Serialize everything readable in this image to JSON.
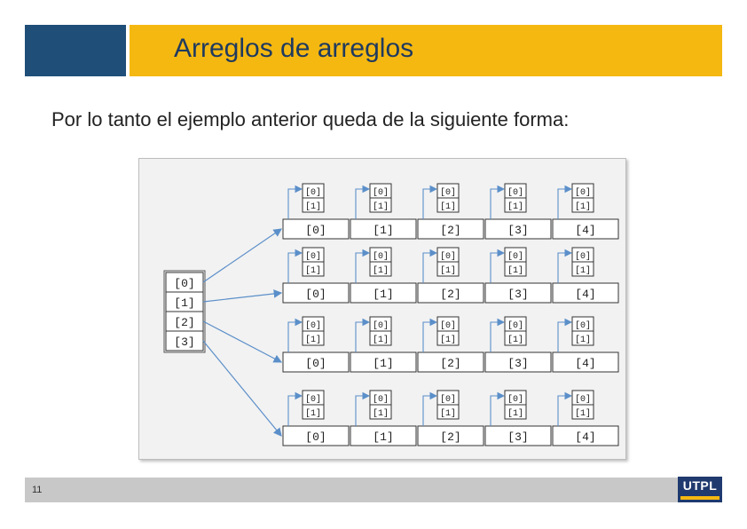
{
  "slide": {
    "title": "Arreglos de arreglos",
    "body": "Por lo tanto el ejemplo anterior queda de la siguiente forma:",
    "page_number": "11",
    "logo_text": "UTPL"
  },
  "diagram": {
    "outer_labels": [
      "[0]",
      "[1]",
      "[2]",
      "[3]"
    ],
    "row_labels": [
      "[0]",
      "[1]",
      "[2]",
      "[3]",
      "[4]"
    ],
    "inner_labels": [
      "[0]",
      "[1]"
    ]
  },
  "colors": {
    "title_blue": "#1f4e79",
    "title_gold": "#f5b811",
    "arrow": "#5b8fc9"
  }
}
